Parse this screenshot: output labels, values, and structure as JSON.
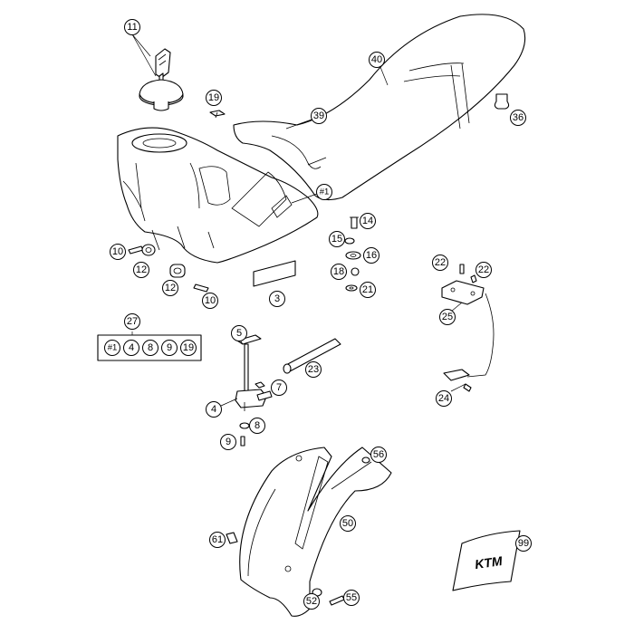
{
  "callouts": {
    "c11": "11",
    "c19a": "19",
    "c40": "40",
    "c39": "39",
    "c36": "36",
    "c1a": "#1",
    "c14": "14",
    "c15": "15",
    "c16": "16",
    "c18": "18",
    "c21": "21",
    "c10a": "10",
    "c12a": "12",
    "c12b": "12",
    "c10b": "10",
    "c3": "3",
    "c22a": "22",
    "c22b": "22",
    "c25": "25",
    "c24": "24",
    "c27": "27",
    "c1b": "#1",
    "c4a": "4",
    "c8a": "8",
    "c9a": "9",
    "c19b": "19",
    "c5": "5",
    "c23": "23",
    "c7": "7",
    "c4b": "4",
    "c8b": "8",
    "c9b": "9",
    "c56": "56",
    "c61": "61",
    "c50": "50",
    "c52": "52",
    "c55": "55",
    "c99": "99"
  },
  "logo": {
    "brand": "KTM"
  }
}
